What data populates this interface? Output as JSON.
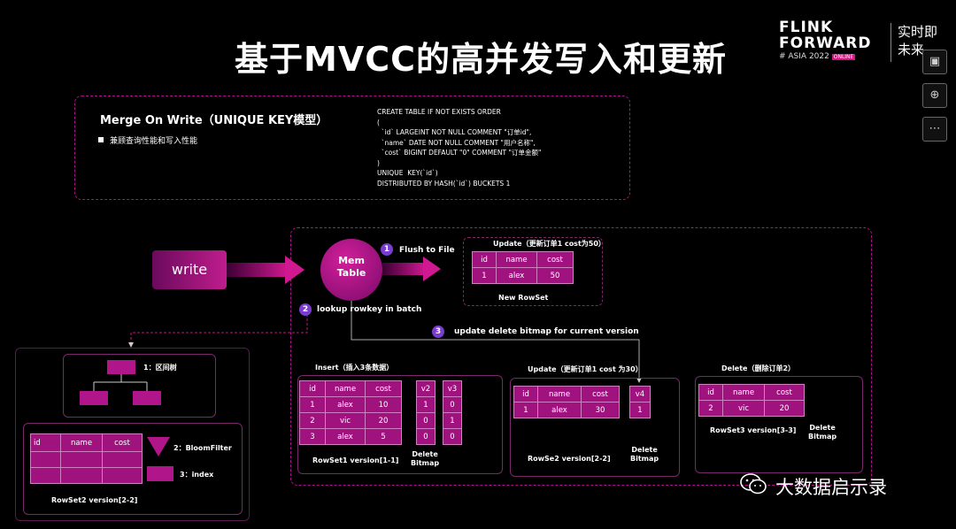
{
  "title": "基于MVCC的高并发写入和更新",
  "logo": {
    "line1": "FLINK",
    "line2": "FORWARD",
    "line3": "# ASIA 2022",
    "online": "ONLINE",
    "cn1": "实时即",
    "cn2": "未来"
  },
  "side_icons": [
    "frame-icon",
    "zoom-icon",
    "more-icon"
  ],
  "merge": {
    "heading": "Merge On Write（UNIQUE KEY模型）",
    "bullet": "兼顾查询性能和写入性能",
    "sql": [
      "CREATE TABLE IF NOT EXISTS ORDER",
      "(",
      "  `id` LARGEINT NOT NULL COMMENT \"订单id\",",
      "  `name` DATE NOT NULL COMMENT \"用户名称\",",
      "  `cost` BIGINT DEFAULT \"0\" COMMENT \"订单金额\"",
      ")",
      "UNIQUE  KEY(`id`)",
      "DISTRIBUTED BY HASH(`id`) BUCKETS 1"
    ]
  },
  "write_label": "write",
  "mem_table": {
    "line1": "Mem",
    "line2": "Table"
  },
  "steps": [
    {
      "num": "1",
      "text": "Flush to File"
    },
    {
      "num": "2",
      "text": "lookup rowkey in batch"
    },
    {
      "num": "3",
      "text": "update delete bitmap for current version"
    }
  ],
  "update_top": {
    "title": "Update（更新订单1 cost为50）",
    "header": [
      "id",
      "name",
      "cost"
    ],
    "row": [
      "1",
      "alex",
      "50"
    ],
    "caption": "New RowSet"
  },
  "index_panel": {
    "tree_label": "1：区间树",
    "bloom_label": "2：BloomFilter",
    "index_label": "3：index",
    "header": [
      "id",
      "name",
      "cost"
    ],
    "caption": "RowSet2  version[2-2]"
  },
  "insert": {
    "title": "Insert（插入3条数据）",
    "header": [
      "id",
      "name",
      "cost"
    ],
    "rows": [
      [
        "1",
        "alex",
        "10"
      ],
      [
        "2",
        "vic",
        "20"
      ],
      [
        "3",
        "alex",
        "5"
      ]
    ],
    "v2": [
      "v2",
      "1",
      "0",
      "0"
    ],
    "v3": [
      "v3",
      "0",
      "1",
      "0"
    ],
    "caption": "RowSet1  version[1-1]",
    "bitmap1": "Delete",
    "bitmap2": "Bitmap"
  },
  "update_mid": {
    "title": "Update（更新订单1 cost 为30）",
    "header": [
      "id",
      "name",
      "cost"
    ],
    "row": [
      "1",
      "alex",
      "30"
    ],
    "v4": [
      "v4",
      "1"
    ],
    "caption": "RowSe2  version[2-2]",
    "bitmap1": "Delete",
    "bitmap2": "Bitmap"
  },
  "delete": {
    "title": "Delete（删除订单2）",
    "header": [
      "id",
      "name",
      "cost"
    ],
    "row": [
      "2",
      "vic",
      "20"
    ],
    "caption": "RowSet3  version[3-3]",
    "bitmap1": "Delete",
    "bitmap2": "Bitmap"
  },
  "watermark": "大数据启示录"
}
